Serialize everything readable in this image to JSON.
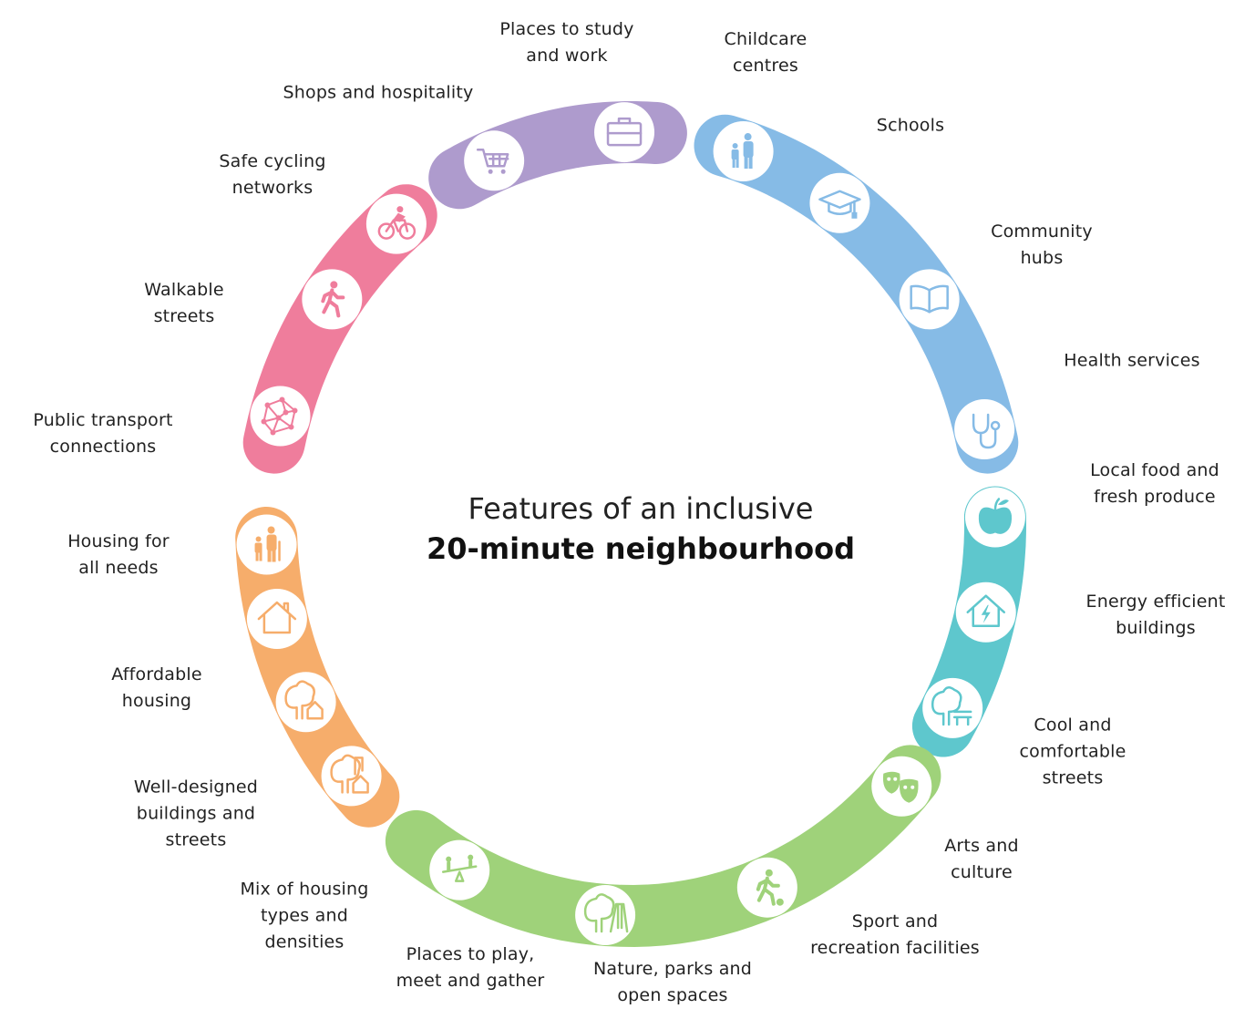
{
  "title": {
    "line1": "Features of an inclusive",
    "line2": "20-minute neighbourhood"
  },
  "groups": [
    {
      "name": "work-and-shops",
      "color": "#ae9bcd",
      "features": [
        {
          "label": "Shops and hospitality",
          "icon": "shopping-cart-icon"
        },
        {
          "label": "Places to study\nand work",
          "icon": "briefcase-icon"
        }
      ]
    },
    {
      "name": "community-services",
      "color": "#86bbe6",
      "features": [
        {
          "label": "Childcare\ncentres",
          "icon": "parent-child-icon"
        },
        {
          "label": "Schools",
          "icon": "graduation-cap-icon"
        },
        {
          "label": "Community\nhubs",
          "icon": "open-book-icon"
        },
        {
          "label": "Health services",
          "icon": "stethoscope-icon"
        }
      ]
    },
    {
      "name": "sustainability",
      "color": "#5ec7cd",
      "features": [
        {
          "label": "Local food and\nfresh produce",
          "icon": "apple-icon"
        },
        {
          "label": "Energy efficient\nbuildings",
          "icon": "energy-house-icon"
        },
        {
          "label": "Cool and\ncomfortable\nstreets",
          "icon": "tree-bench-icon"
        }
      ]
    },
    {
      "name": "open-space",
      "color": "#9fd27a",
      "features": [
        {
          "label": "Arts and\nculture",
          "icon": "theatre-masks-icon"
        },
        {
          "label": "Sport and\nrecreation facilities",
          "icon": "soccer-player-icon"
        },
        {
          "label": "Nature, parks and\nopen spaces",
          "icon": "tree-swing-icon"
        },
        {
          "label": "Places to play,\nmeet and gather",
          "icon": "seesaw-icon"
        }
      ]
    },
    {
      "name": "housing",
      "color": "#f6ad6b",
      "features": [
        {
          "label": "Mix of housing\ntypes and\ndensities",
          "icon": "mixed-buildings-icon"
        },
        {
          "label": "Well-designed\nbuildings and\nstreets",
          "icon": "trees-house-icon"
        },
        {
          "label": "Affordable\nhousing",
          "icon": "house-icon"
        },
        {
          "label": "Housing for\nall needs",
          "icon": "family-with-cane-icon"
        }
      ]
    },
    {
      "name": "movement",
      "color": "#ef7d9c",
      "features": [
        {
          "label": "Public transport\nconnections",
          "icon": "network-icon"
        },
        {
          "label": "Walkable\nstreets",
          "icon": "walking-person-icon"
        },
        {
          "label": "Safe cycling\nnetworks",
          "icon": "cyclist-icon"
        }
      ]
    }
  ]
}
